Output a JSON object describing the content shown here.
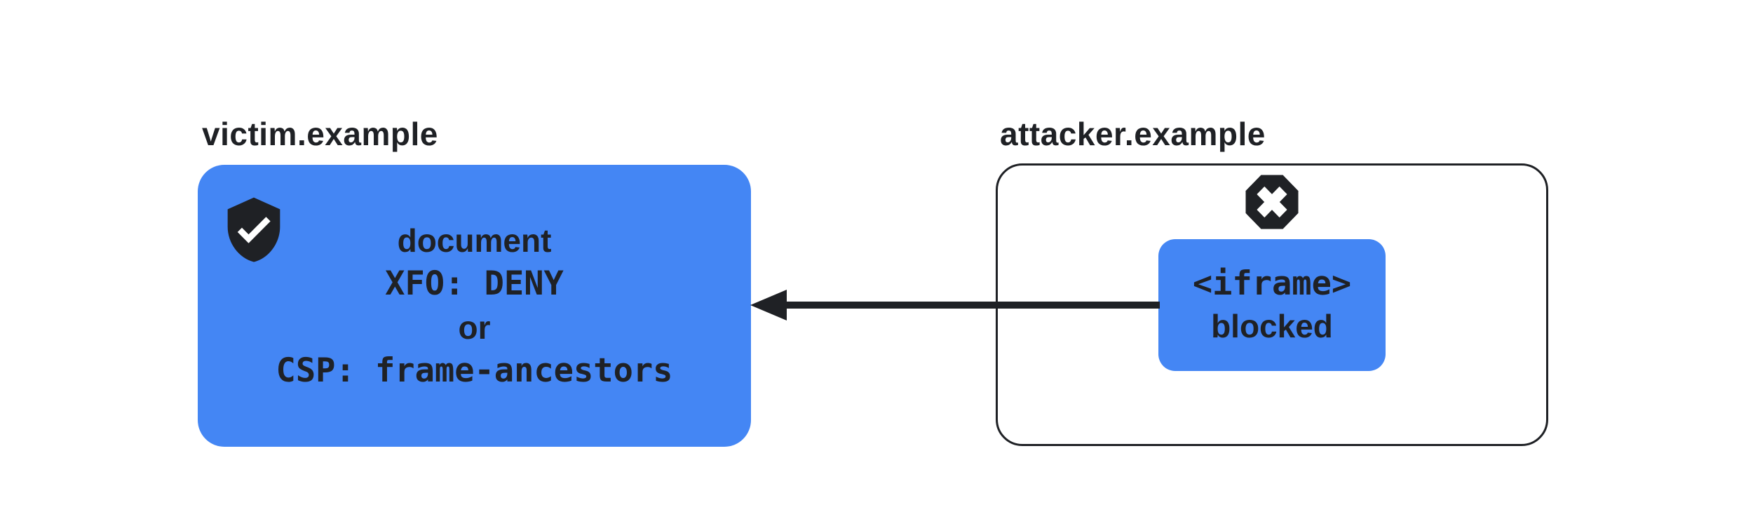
{
  "colors": {
    "accent_blue": "#4486f4",
    "ink": "#1f2125",
    "background": "#ffffff"
  },
  "victim": {
    "title": "victim.example",
    "icon": "shield-check-icon",
    "lines": [
      {
        "text": "document",
        "style": "sans"
      },
      {
        "text": "XFO: DENY",
        "style": "mono"
      },
      {
        "text": "or",
        "style": "sans"
      },
      {
        "text": "CSP: frame-ancestors",
        "style": "mono"
      }
    ]
  },
  "attacker": {
    "title": "attacker.example",
    "icon": "x-octagon-icon",
    "iframe_box": {
      "line1": "<iframe>",
      "line2": "blocked"
    }
  },
  "arrow": {
    "direction": "left",
    "from": "attacker.example",
    "to": "victim.example"
  }
}
